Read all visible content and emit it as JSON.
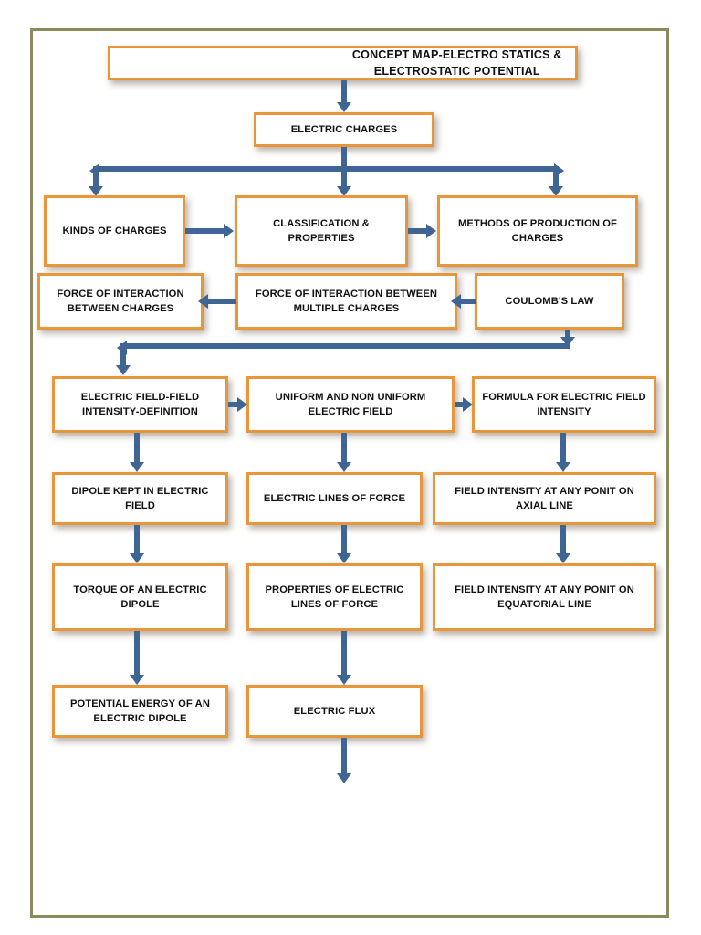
{
  "diagram": {
    "title_box": "CONCEPT MAP-ELECTRO STATICS & ELECTROSTATIC POTENTIAL",
    "colors": {
      "frame": "#8b8a5c",
      "node_border": "#e8963c",
      "node_fill": "#ffffff",
      "connector": "#3f6595",
      "text": "#111111"
    },
    "nodes": {
      "electric_charges": "ELECTRIC CHARGES",
      "kinds_of_charges": "KINDS OF CHARGES",
      "classification_properties": "CLASSIFICATION & PROPERTIES",
      "methods_of_production": "METHODS OF PRODUCTION OF CHARGES",
      "force_between_charges": "FORCE OF INTERACTION BETWEEN CHARGES",
      "force_multiple_charges": "FORCE OF INTERACTION BETWEEN MULTIPLE CHARGES",
      "coulombs_law": "COULOMB'S LAW",
      "electric_field_definition": "ELECTRIC FIELD-FIELD INTENSITY-DEFINITION",
      "uniform_non_uniform": "UNIFORM AND NON UNIFORM ELECTRIC FIELD",
      "formula_field_intensity": "FORMULA FOR ELECTRIC FIELD INTENSITY",
      "dipole_kept_in_field": "DIPOLE KEPT IN ELECTRIC FIELD",
      "electric_lines_of_force": "ELECTRIC LINES OF FORCE",
      "field_intensity_axial": "FIELD INTENSITY AT ANY PONIT ON AXIAL LINE",
      "torque_of_dipole": "TORQUE OF AN ELECTRIC DIPOLE",
      "properties_lines_of_force": "PROPERTIES OF ELECTRIC LINES OF FORCE",
      "field_intensity_equatorial": "FIELD INTENSITY AT ANY PONIT ON EQUATORIAL LINE",
      "potential_energy_dipole": "POTENTIAL ENERGY OF AN ELECTRIC DIPOLE",
      "electric_flux": "ELECTRIC FLUX"
    }
  }
}
